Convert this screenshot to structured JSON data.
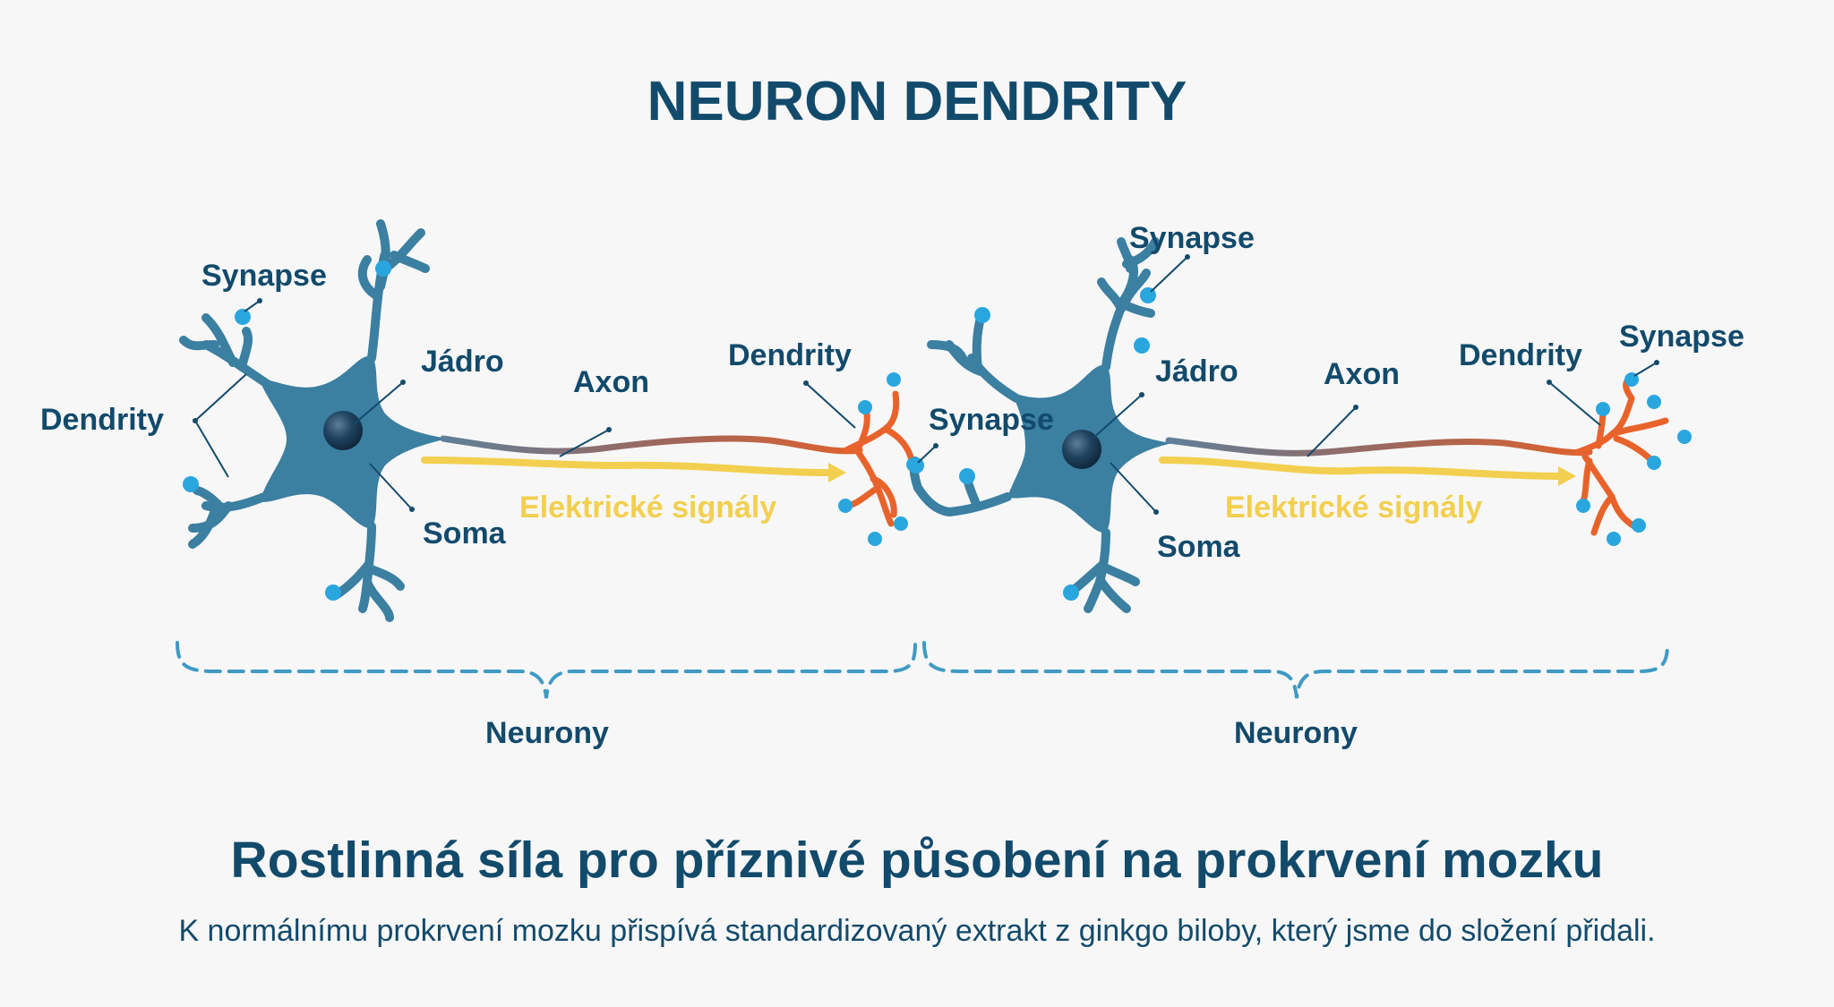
{
  "title": "NEURON DENDRITY",
  "neurons": [
    {
      "synapse_top": "Synapse",
      "dendrity_left": "Dendrity",
      "jadro": "Jádro",
      "soma": "Soma",
      "axon": "Axon",
      "signals": "Elektrické signály",
      "dendrity_terminal": "Dendrity"
    },
    {
      "synapse_top": "Synapse",
      "synapse_left": "Synapse",
      "jadro": "Jádro",
      "soma": "Soma",
      "axon": "Axon",
      "signals": "Elektrické signály",
      "dendrity_terminal": "Dendrity",
      "synapse_terminal": "Synapse"
    }
  ],
  "group_labels": [
    "Neurony",
    "Neurony"
  ],
  "headline": "Rostlinná síla pro příznivé působení na prokrvení mozku",
  "description": "K normálnímu prokrvení mozku přispívá standardizovaný extrakt z ginkgo biloby, který jsme do složení přidali.",
  "colors": {
    "neuron_body": "#3b7fa1",
    "nucleus": "#1e4a6b",
    "synapse_dot": "#2aa6df",
    "axon_start": "#5f7f98",
    "axon_end": "#e0612e",
    "terminal": "#e8632c",
    "signal_arrow": "#f2cf4f",
    "text": "#124a6b",
    "brace": "#3f9ac4",
    "background": "#f7f7f7"
  }
}
